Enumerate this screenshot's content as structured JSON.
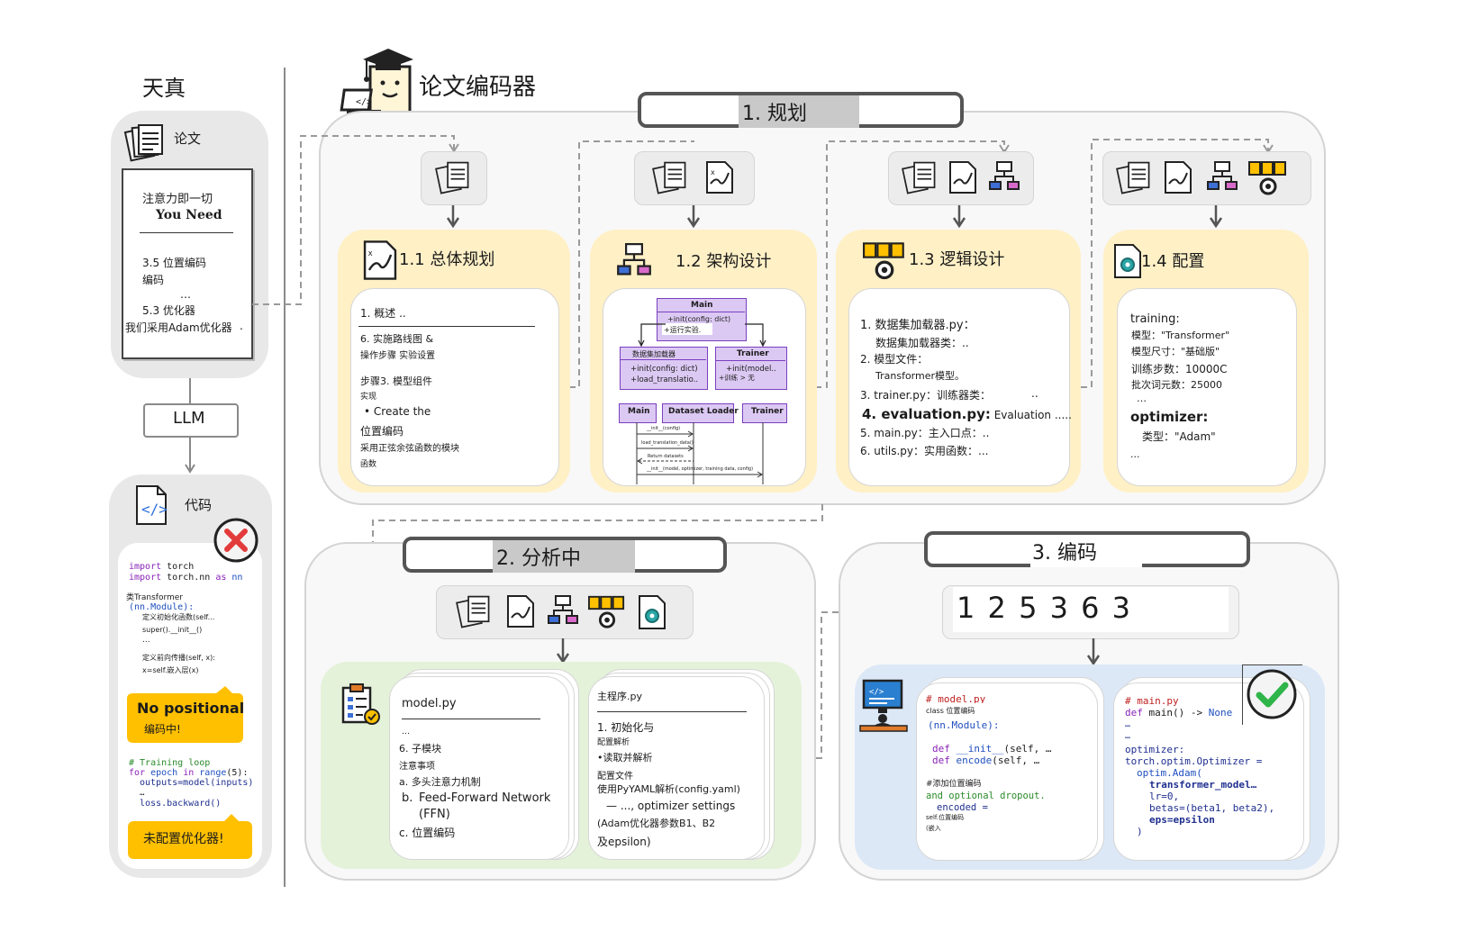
{
  "left": {
    "header": "天真",
    "paper": {
      "label": "论文",
      "title_cn": "注意力即一切",
      "title_en": "You Need",
      "line1": "3.5 位置编码",
      "line2": "编码",
      "dots": "…",
      "line3": "5.3 优化器",
      "line4": "我们采用Adam优化器",
      "dot": "."
    },
    "llm": "LLM",
    "code": {
      "label": "代码",
      "import1_kw": "import",
      "import1_rest": " torch",
      "import2_kw": "import",
      "import2_rest": " torch.nn ",
      "import2_as": "as",
      "import2_nn": " nn",
      "class_line": "类Transformer",
      "module_line": "(nn.Module):",
      "init_comment": "定义初始化函数(self...",
      "super_line": "super().__init__()",
      "dots": "...",
      "forward_line": "定义前向传播(self, x):",
      "embed_line": "x=self.嵌入层(x)",
      "callout1_title": "No positional",
      "callout1_sub": "编码中!",
      "loop_comment": "# Training loop",
      "for_kw": "for",
      "for_rest1": " epoch ",
      "in_kw": "in",
      "range_fn": " range",
      "range_rest": "(5):",
      "outputs_line": "outputs=model(inputs)",
      "dots2": "…",
      "loss_line": "loss.backward()",
      "callout2": "未配置优化器!"
    }
  },
  "main": {
    "title": "论文编码器",
    "stage1": "1. 规划",
    "stage2": "2. 分析中",
    "stage3": "3. 编码",
    "plan": {
      "overall": {
        "title": "1.1 总体规划",
        "l1": "1. 概述 ..",
        "l2": "6. 实施路线图 &",
        "l3": "操作步骤 实验设置",
        "l4": "步骤3. 模型组件",
        "l5": "实现",
        "l6": "• Create the",
        "l7": "位置编码",
        "l8": "采用正弦余弦函数的模块",
        "l9": "函数"
      },
      "arch": {
        "title": "1.2 架构设计",
        "main_box": "Main",
        "main_m1": "+init(config: dict)",
        "main_m2": "+运行实验.",
        "loader_box": "数据集加载器",
        "loader_m1": "+init(config: dict)",
        "loader_m2": "+load_translatio..",
        "trainer_box": "Trainer",
        "trainer_m1": "+init(model..",
        "trainer_m2": "+训练 > 无",
        "seq_main": "Main",
        "seq_loader": "Dataset Loader",
        "seq_trainer": "Trainer",
        "msg1": "__init__(config)",
        "msg2": "load_translation_data()",
        "msg3": "Return datasets",
        "msg4": "__init__(model, optimizer, training data, config)"
      },
      "logic": {
        "title": "1.3 逻辑设计",
        "l1": "1. 数据集加载器.py：",
        "l2": "数据集加载器类：..",
        "l3": "2. 模型文件：",
        "l4": "Transformer模型。",
        "l5": "3. trainer.py：训练器类：",
        "l5b": "..",
        "l6a": "4.  evaluation.py:",
        "l6b": " Evaluation .....",
        "l7": "5. main.py：主入口点：..",
        "l8": "6. utils.py：实用函数：..."
      },
      "config": {
        "title": "1.4 配置",
        "l1": "training:",
        "l2": "模型：\"Transformer\"",
        "l3": "模型尺寸：\"基础版\"",
        "l4": "训练步数：10000C",
        "l5": "批次词元数：25000",
        "l6": "…",
        "l7": "optimizer:",
        "l8": "类型：\"Adam\"",
        "l9": "..."
      }
    },
    "analysis": {
      "model": {
        "file": "model.py",
        "dots": "…",
        "l1": "6. 子模块",
        "l2": "注意事项",
        "l3": "a. 多头注意力机制",
        "l4a": "b.",
        "l4b": "Feed-Forward Network",
        "l4c": "(FFN)",
        "l5": "c. 位置编码"
      },
      "main": {
        "file": "主程序.py",
        "l1": "1. 初始化与",
        "l2": "配置解析",
        "l3": "•读取并解析",
        "l4": "配置文件",
        "l5": "使用PyYAML解析(config.yaml)",
        "l6": "— ..., optimizer settings",
        "l7": "(Adam优化器参数B1、B2",
        "l8": "及epsilon)"
      }
    },
    "coding": {
      "order": "1 2 5 3 6 3",
      "model": {
        "c1": "# model.py",
        "c2": "class 位置编码",
        "c3": "(nn.Module):",
        "c4_kw": "def",
        "c4_fn": " __init__",
        "c4_rest": "(self, …",
        "c5_kw": "def",
        "c5_fn": " encode",
        "c5_rest": "(self, …",
        "c6": "#添加位置编码",
        "c7": "and optional dropout.",
        "c8": "encoded =",
        "c9": "self.位置编码",
        "c10": "(嵌入"
      },
      "main": {
        "c1": "# main.py",
        "c2_kw": "def",
        "c2_fn": " main",
        "c2_rest": "() -> ",
        "c2_none": "None",
        "c3": "…",
        "c4": "…",
        "c5": "optimizer:",
        "c6": "torch.optim.Optimizer =",
        "c7": "optim.Adam(",
        "c8": "transformer_model…",
        "c9": "lr=0,",
        "c10": "betas=(beta1, beta2),",
        "c11": "eps=epsilon",
        "c12": ")"
      }
    }
  },
  "colors": {
    "yellow": "#fff0c6",
    "green": "#e5f2da",
    "blue": "#dce8f6",
    "purple": "#dcc9f3",
    "callout": "#ffc000",
    "error": "#e33b3b",
    "success": "#2fb54a"
  }
}
